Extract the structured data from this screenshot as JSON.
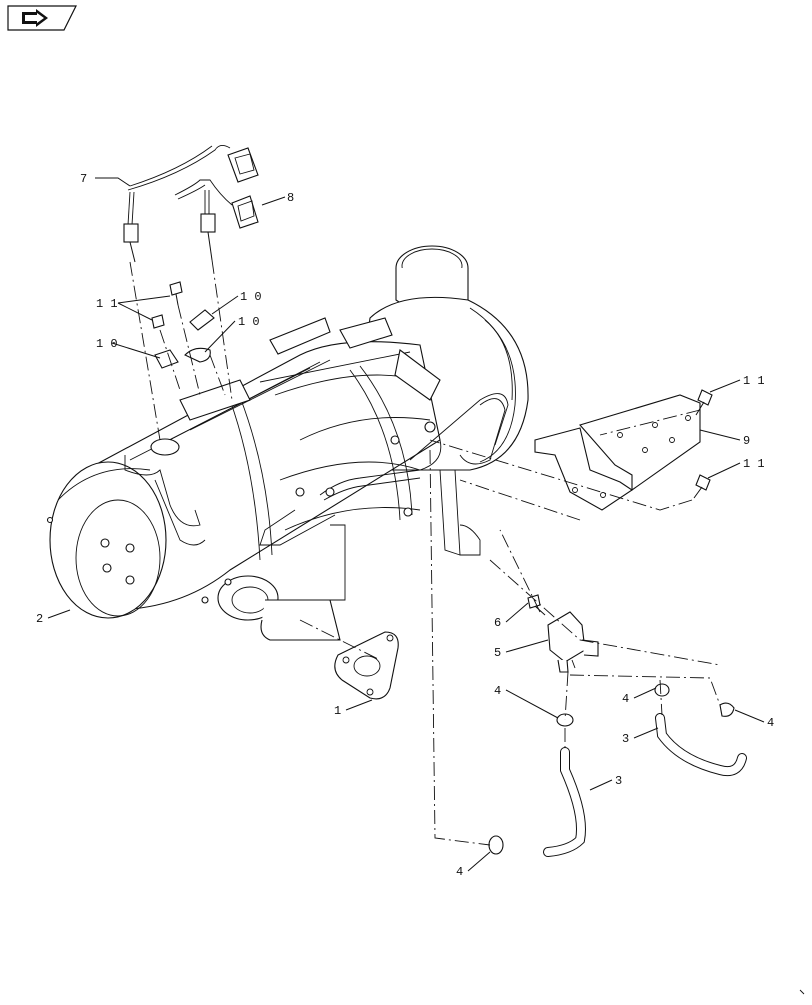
{
  "nav_icon": {
    "name": "arrow-icon"
  },
  "callouts": [
    {
      "id": "c7",
      "label": "7"
    },
    {
      "id": "c8",
      "label": "8"
    },
    {
      "id": "c11a",
      "label": "1 1"
    },
    {
      "id": "c10a",
      "label": "1 0"
    },
    {
      "id": "c10b",
      "label": "1 0"
    },
    {
      "id": "c10c",
      "label": "1 0"
    },
    {
      "id": "c11b",
      "label": "1 1"
    },
    {
      "id": "c9",
      "label": "9"
    },
    {
      "id": "c11c",
      "label": "1 1"
    },
    {
      "id": "c2",
      "label": "2"
    },
    {
      "id": "c6",
      "label": "6"
    },
    {
      "id": "c5",
      "label": "5"
    },
    {
      "id": "c4a",
      "label": "4"
    },
    {
      "id": "c4b",
      "label": "4"
    },
    {
      "id": "c4c",
      "label": "4"
    },
    {
      "id": "c3a",
      "label": "3"
    },
    {
      "id": "c3b",
      "label": "3"
    },
    {
      "id": "c1",
      "label": "1"
    },
    {
      "id": "c4d",
      "label": "4"
    }
  ]
}
